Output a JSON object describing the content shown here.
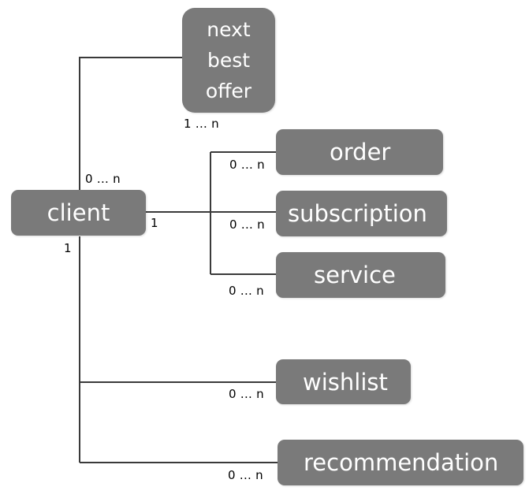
{
  "nodes": {
    "next_best_offer": [
      "next",
      "best",
      "offer"
    ],
    "client": "client",
    "order": "order",
    "subscription": "subscription",
    "service": "service",
    "wishlist": "wishlist",
    "recommendation": "recommendation"
  },
  "cardinalities": {
    "next_best_offer_end": "1 ... n",
    "client_to_nbo": "0 ... n",
    "client_right": "1",
    "client_bottom": "1",
    "order_end": "0 ... n",
    "subscription_end": "0 ... n",
    "service_end": "0 ... n",
    "wishlist_end": "0 ... n",
    "recommendation_end": "0 ... n"
  },
  "colors": {
    "node_fill": "#7a7a7a",
    "node_text": "#ffffff",
    "line": "#3a3a3a"
  }
}
